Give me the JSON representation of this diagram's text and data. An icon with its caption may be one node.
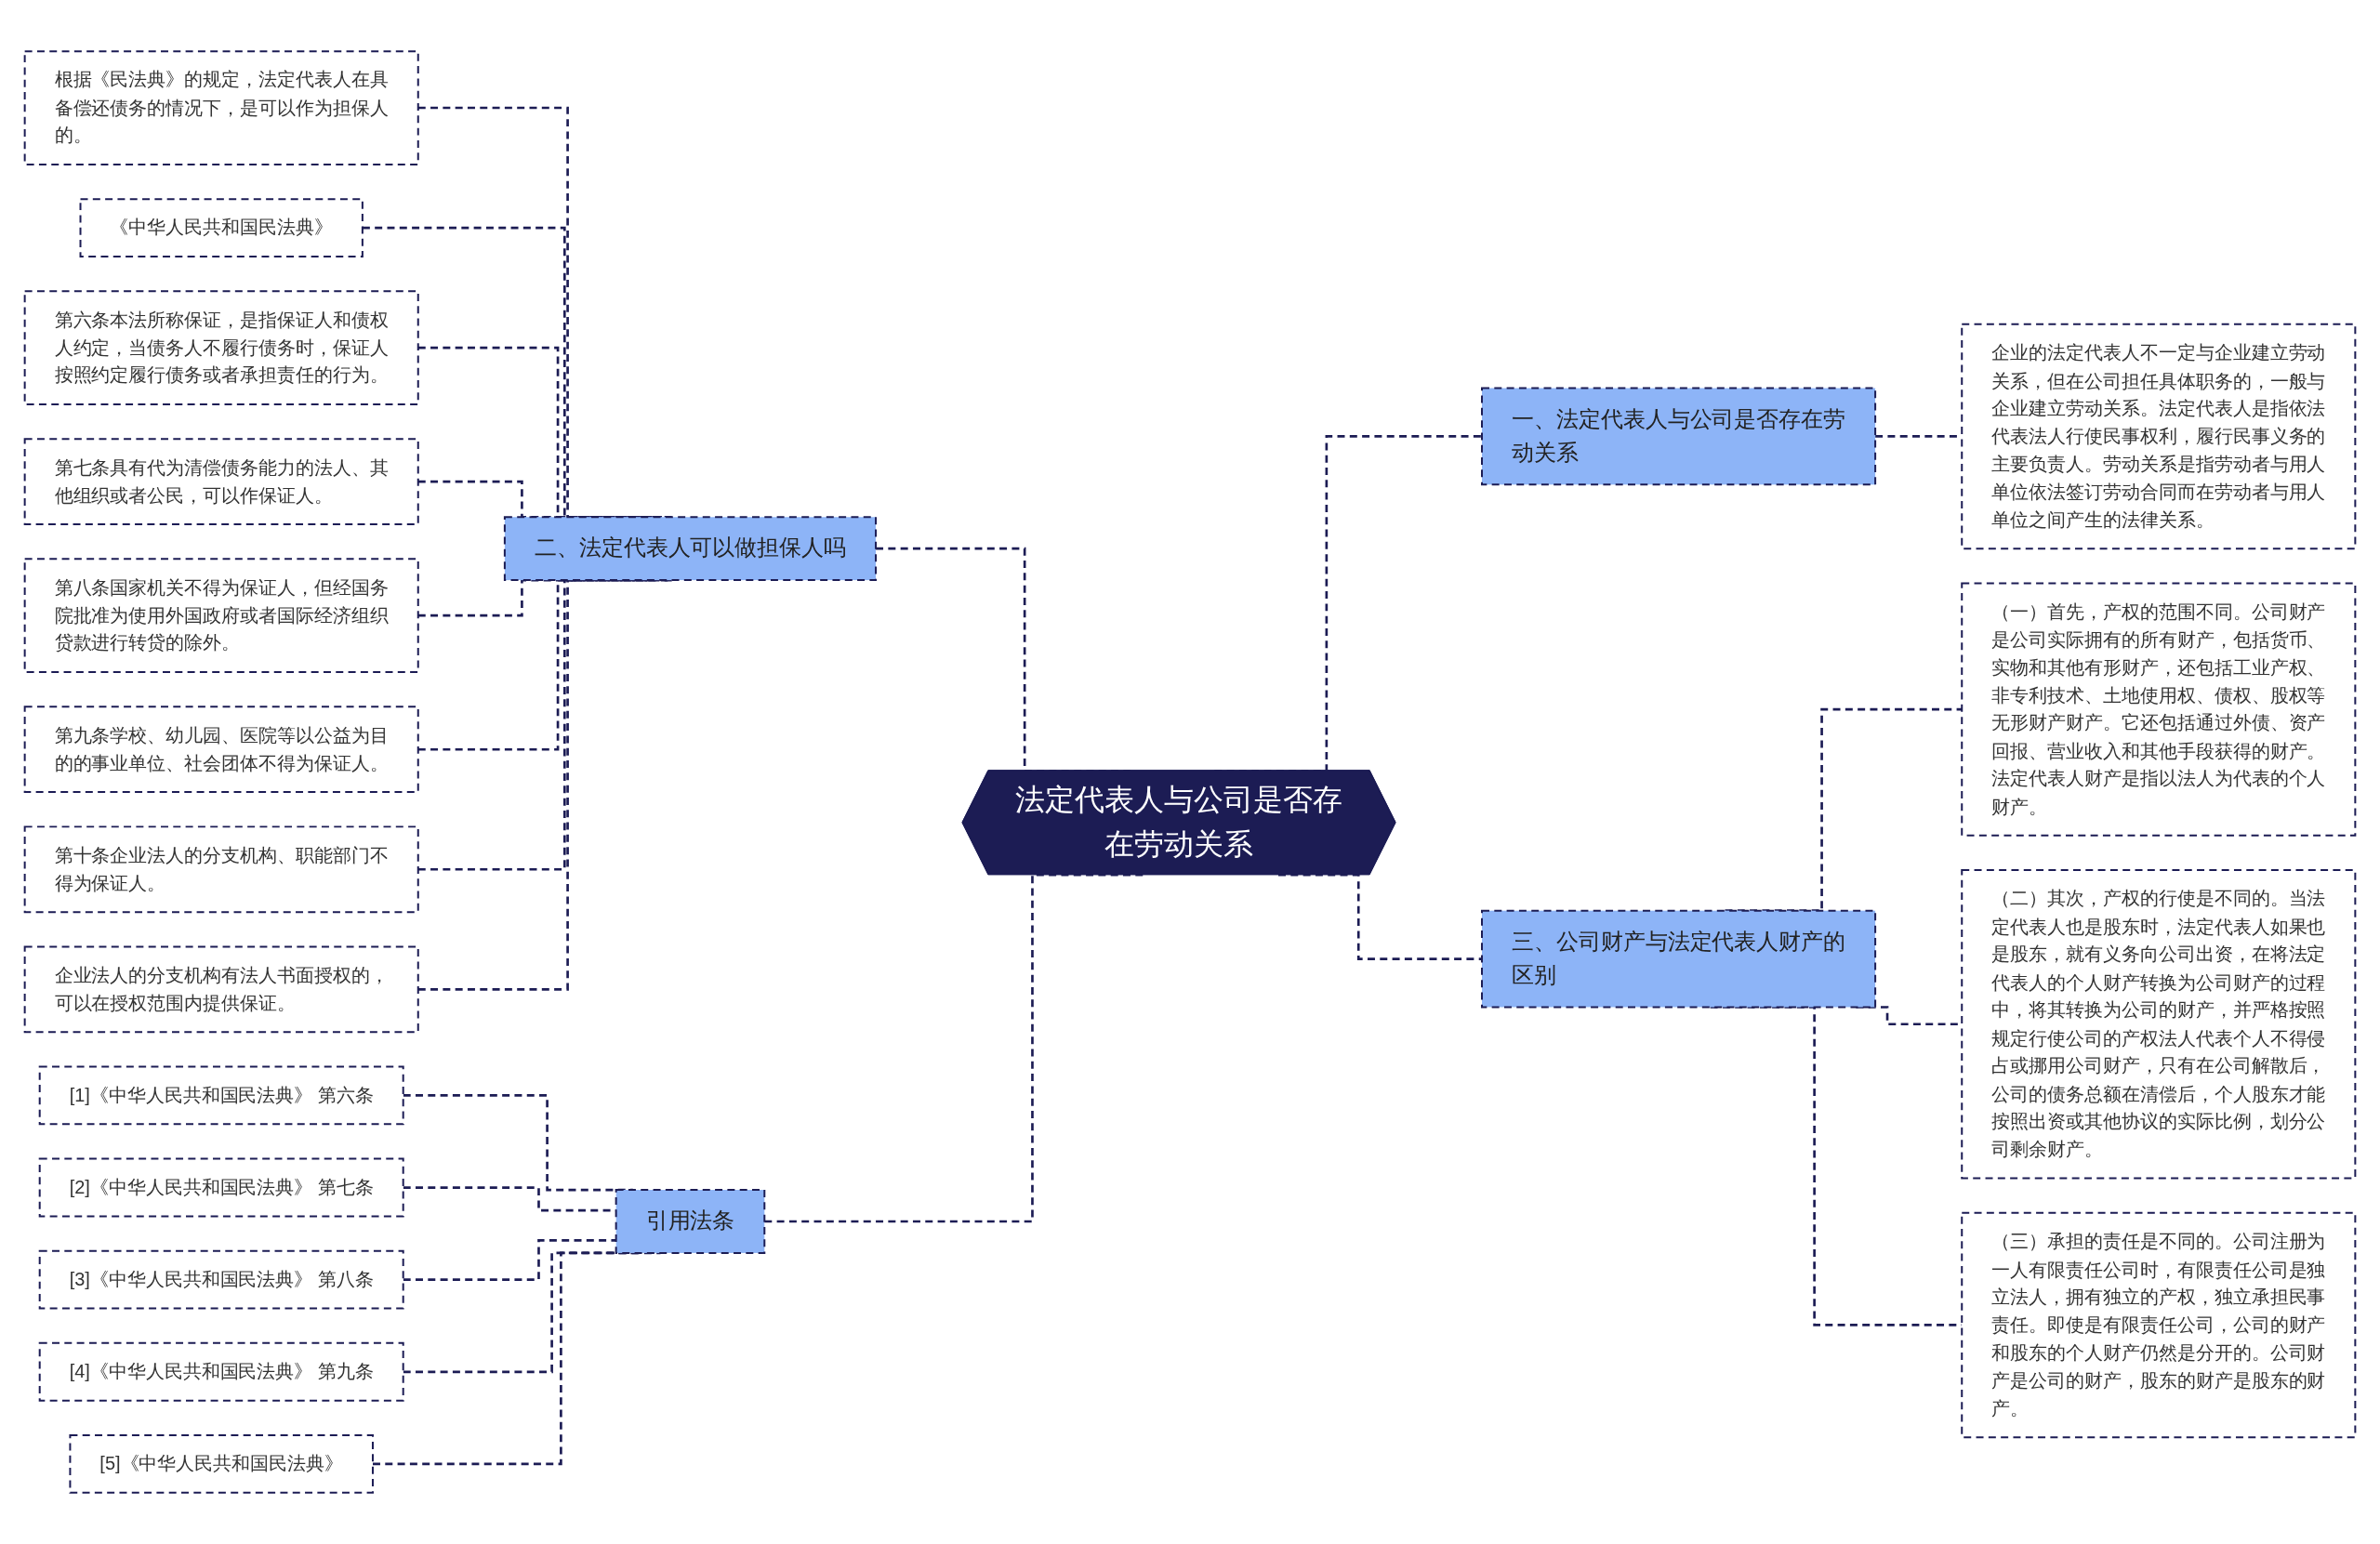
{
  "diagram": {
    "nodes": [
      {
        "text": [
          "法定代表人与公司是否存在劳动关系"
        ]
      },
      {
        "text": [
          "二、法定代表人可以做担保人吗"
        ]
      },
      {
        "text": [
          "根据《民法典》的规定，法定代表人在具备偿还债务的情况下，是可以作为担保人的。"
        ]
      },
      {
        "text": [
          "《中华人民共和国民法典》"
        ]
      },
      {
        "text": [
          "第六条本法所称保证，是指保证人和债权人约定，当债务人不履行债务时，保证人按照约定履行债务或者承担责任的行为。"
        ]
      },
      {
        "text": [
          "第七条具有代为清偿债务能力的法人、其他组织或者公民，可以作保证人。"
        ]
      },
      {
        "text": [
          "第八条国家机关不得为保证人，但经国务院批准为使用外国政府或者国际经济组织贷款进行转贷的除外。"
        ]
      },
      {
        "text": [
          "第九条学校、幼儿园、医院等以公益为目的的事业单位、社会团体不得为保证人。"
        ]
      },
      {
        "text": [
          "第十条企业法人的分支机构、职能部门不得为保证人。"
        ]
      },
      {
        "text": [
          "企业法人的分支机构有法人书面授权的，可以在授权范围内提供保证。"
        ]
      },
      {
        "text": [
          "引用法条"
        ]
      },
      {
        "text": [
          "[1]《中华人民共和国民法典》 第六条"
        ]
      },
      {
        "text": [
          "[2]《中华人民共和国民法典》 第七条"
        ]
      },
      {
        "text": [
          "[3]《中华人民共和国民法典》 第八条"
        ]
      },
      {
        "text": [
          "[4]《中华人民共和国民法典》 第九条"
        ]
      },
      {
        "text": [
          "[5]《中华人民共和国民法典》"
        ]
      },
      {
        "text": [
          "一、法定代表人与公司是否存在劳动关系"
        ]
      },
      {
        "text": [
          "企业的法定代表人不一定与企业建立劳动关系，但在公司担任具体职务的，一般与企业建立劳动关系。法定代表人是指依法代表法人行使民事权利，履行民事义务的主要负责人。劳动关系是指劳动者与用人单位依法签订劳动合同而在劳动者与用人单位之间产生的法律关系。"
        ]
      },
      {
        "text": [
          "三、公司财产与法定代表人财产的区别"
        ]
      },
      {
        "text": [
          "（一）首先，产权的范围不同。公司财产是公司实际拥有的所有财产，包括货币、实物和其他有形财产，还包括工业产权、非专利技术、土地使用权、债权、股权等无形财产财产。它还包括通过外债、资产回报、营业收入和其他手段获得的财产。法定代表人财产是指以法人为代表的个人财产。"
        ]
      },
      {
        "text": [
          "（二）其次，产权的行使是不同的。当法定代表人也是股东时，法定代表人如果也是股东，就有义务向公司出资，在将法定代表人的个人财产转换为公司财产的过程中，将其转换为公司的财产，并严格按照规定行使公司的产权法人代表个人不得侵占或挪用公司财产，只有在公司解散后，公司的债务总额在清偿后，个人股东才能按照出资或其他协议的实际比例，划分公司剩余财产。"
        ]
      },
      {
        "text": [
          "（三）承担的责任是不同的。公司注册为一人有限责任公司时，有限责任公司是独立法人，拥有独立的产权，独立承担民事责任。即使是有限责任公司，公司的财产和股东的个人财产仍然是分开的。公司财产是公司的财产，股东的财产是股东的财产。"
        ]
      }
    ],
    "edges": [
      {
        "from": 1,
        "to": 0,
        "arrow": "none",
        "style": "dashed"
      },
      {
        "from": 2,
        "to": 1,
        "arrow": "none",
        "style": "dashed"
      },
      {
        "from": 3,
        "to": 1,
        "arrow": "none",
        "style": "dashed"
      },
      {
        "from": 4,
        "to": 1,
        "arrow": "none",
        "style": "dashed"
      },
      {
        "from": 5,
        "to": 1,
        "arrow": "none",
        "style": "dashed"
      },
      {
        "from": 6,
        "to": 1,
        "arrow": "none",
        "style": "dashed"
      },
      {
        "from": 7,
        "to": 1,
        "arrow": "none",
        "style": "dashed"
      },
      {
        "from": 8,
        "to": 1,
        "arrow": "none",
        "style": "dashed"
      },
      {
        "from": 9,
        "to": 1,
        "arrow": "none",
        "style": "dashed"
      },
      {
        "from": 10,
        "to": 0,
        "arrow": "none",
        "style": "dashed"
      },
      {
        "from": 11,
        "to": 10,
        "arrow": "none",
        "style": "dashed"
      },
      {
        "from": 12,
        "to": 10,
        "arrow": "none",
        "style": "dashed"
      },
      {
        "from": 13,
        "to": 10,
        "arrow": "none",
        "style": "dashed"
      },
      {
        "from": 14,
        "to": 10,
        "arrow": "none",
        "style": "dashed"
      },
      {
        "from": 15,
        "to": 10,
        "arrow": "none",
        "style": "dashed"
      },
      {
        "from": 0,
        "to": 16,
        "arrow": "none",
        "style": "dashed"
      },
      {
        "from": 16,
        "to": 17,
        "arrow": "none",
        "style": "dashed"
      },
      {
        "from": 0,
        "to": 18,
        "arrow": "none",
        "style": "dashed"
      },
      {
        "from": 18,
        "to": 19,
        "arrow": "none",
        "style": "dashed"
      },
      {
        "from": 18,
        "to": 20,
        "arrow": "none",
        "style": "dashed"
      },
      {
        "from": 18,
        "to": 21,
        "arrow": "none",
        "style": "dashed"
      }
    ]
  }
}
